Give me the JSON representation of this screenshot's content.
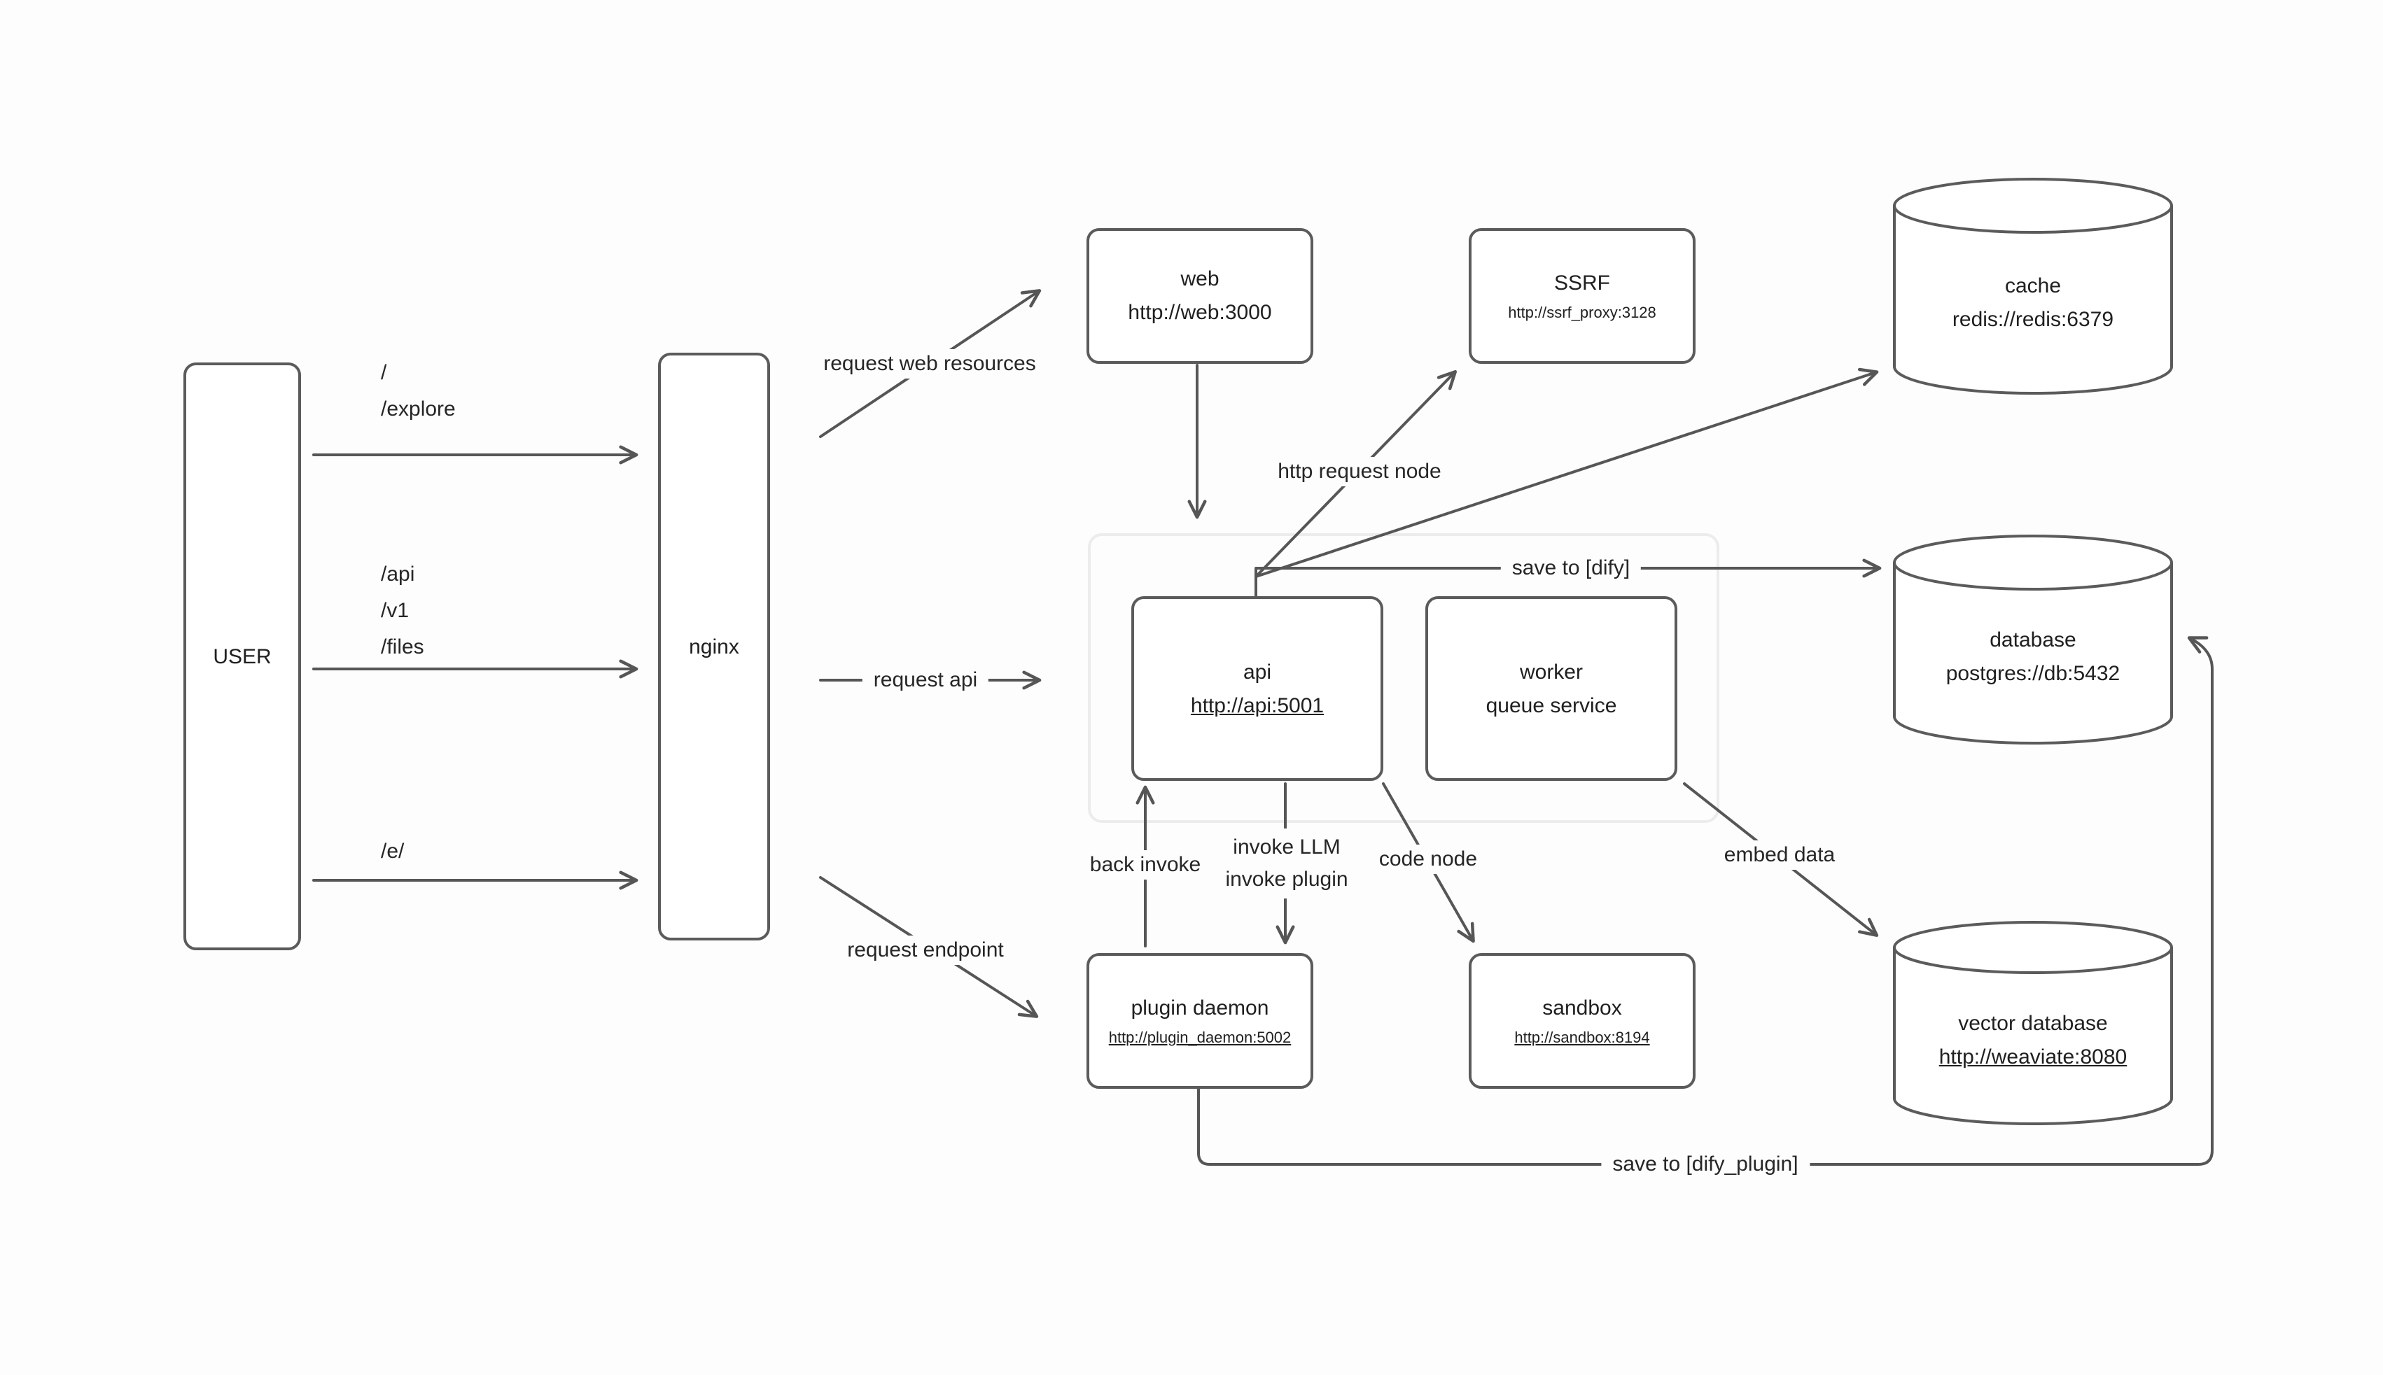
{
  "colors": {
    "background": "#fdfdfd",
    "stroke": "#565656",
    "box_border": "#5b5b5b",
    "group_border": "#ececec",
    "text": "#202020"
  },
  "nodes": {
    "user": {
      "label": "USER"
    },
    "nginx": {
      "label": "nginx"
    },
    "web": {
      "title": "web",
      "url": "http://web:3000"
    },
    "ssrf": {
      "title": "SSRF",
      "url": "http://ssrf_proxy:3128"
    },
    "cache": {
      "title": "cache",
      "url": "redis://redis:6379"
    },
    "api": {
      "title": "api",
      "url": "http://api:5001"
    },
    "worker": {
      "title": "worker",
      "subtitle": "queue service"
    },
    "database": {
      "title": "database",
      "url": "postgres://db:5432"
    },
    "plugin_daemon": {
      "title": "plugin daemon",
      "url": "http://plugin_daemon:5002"
    },
    "sandbox": {
      "title": "sandbox",
      "url": "http://sandbox:8194"
    },
    "vector_database": {
      "title": "vector database",
      "url": "http://weaviate:8080"
    }
  },
  "edge_labels": {
    "user_root": "/",
    "user_explore": "/explore",
    "user_api": "/api",
    "user_v1": "/v1",
    "user_files": "/files",
    "user_e": "/e/",
    "request_web_resources": "request web resources",
    "request_api": "request api",
    "request_endpoint": "request endpoint",
    "http_request_node": "http request node",
    "save_to_dify": "save to [dify]",
    "back_invoke": "back invoke",
    "invoke_llm": "invoke LLM",
    "invoke_plugin": "invoke plugin",
    "code_node": "code node",
    "embed_data": "embed data",
    "save_to_dify_plugin": "save to [dify_plugin]"
  }
}
